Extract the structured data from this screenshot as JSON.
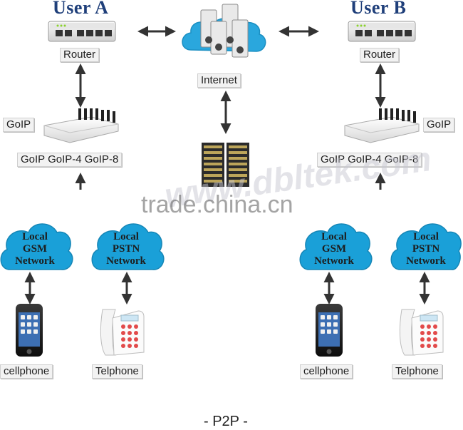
{
  "users": {
    "a": {
      "title": "User A",
      "router_label": "Router",
      "goip_label": "GoIP",
      "goip_models": "GoIP GoIP-4 GoIP-8",
      "gsm_cloud": [
        "Local",
        "GSM",
        "Network"
      ],
      "pstn_cloud": [
        "Local",
        "PSTN",
        "Network"
      ],
      "cellphone_label": "cellphone",
      "telephone_label": "Telphone"
    },
    "b": {
      "title": "User B",
      "router_label": "Router",
      "goip_label": "GoIP",
      "goip_models": "GoIP GoIP-4 GoIP-8",
      "gsm_cloud": [
        "Local",
        "GSM",
        "Network"
      ],
      "pstn_cloud": [
        "Local",
        "PSTN",
        "Network"
      ],
      "cellphone_label": "cellphone",
      "telephone_label": "Telphone"
    }
  },
  "internet_label": "Internet",
  "watermark": "trade.china.cn",
  "caption": "- P2P -",
  "colors": {
    "cloud": "#1aa0d8",
    "title": "#1f3f7a",
    "arrow": "#333333"
  }
}
